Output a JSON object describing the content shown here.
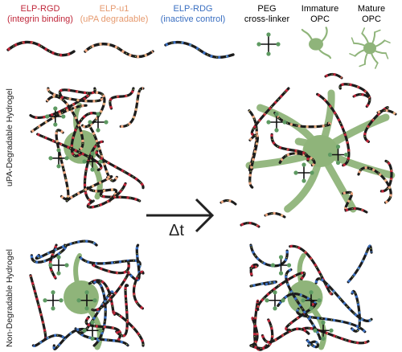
{
  "legend": [
    {
      "id": "rgd",
      "name": "ELP-RGD",
      "desc": "(integrin binding)",
      "color": "#c0273a"
    },
    {
      "id": "u1",
      "name": "ELP-u1",
      "desc": "(uPA degradable)",
      "color": "#f0a982"
    },
    {
      "id": "rdg",
      "name": "ELP-RDG",
      "desc": "(inactive control)",
      "color": "#3a6fc1"
    },
    {
      "id": "peg",
      "name": "PEG",
      "desc": "cross-linker",
      "color": "#111111"
    },
    {
      "id": "immature",
      "name": "Immature",
      "desc": "OPC",
      "color": "#7fa867"
    },
    {
      "id": "mature",
      "name": "Mature",
      "desc": "OPC",
      "color": "#7fa867"
    }
  ],
  "rows": {
    "top": "uPA-Degradable Hydrogel",
    "bottom": "Non-Degradable Hydrogel"
  },
  "arrow_label": "Δt",
  "colors": {
    "backbone": "#1c1c1c",
    "rgd": "#c0273a",
    "u1": "#f0a982",
    "rdg": "#3a6fc1",
    "cell": "#8fb47a",
    "node": "#5e9a62"
  }
}
